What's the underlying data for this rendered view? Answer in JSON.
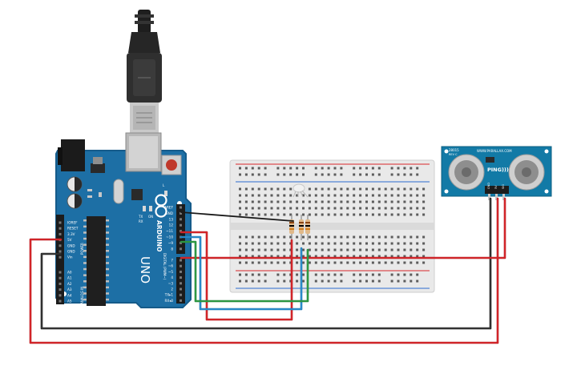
{
  "arduino": {
    "logo": "ARDUINO",
    "model": "UNO",
    "left_header_labels": [
      "IOREF",
      "RESET",
      "3.3V",
      "5V",
      "GND",
      "GND",
      "Vin"
    ],
    "power_label": "POWER",
    "analog_labels": [
      "A0",
      "A1",
      "A2",
      "A3",
      "A4",
      "A5"
    ],
    "analog_in_label": "ANALOG IN",
    "top_header_labels": [
      "AREF",
      "GND",
      "13",
      "12",
      "~11",
      "~10",
      "~9",
      "8"
    ],
    "bottom_header_labels": [
      "7",
      "~6",
      "~5",
      "4",
      "~3",
      "2",
      "TX▸1",
      "RX◂0"
    ],
    "digital_label": "DIGITAL (PWM~)",
    "tx_label": "TX",
    "rx_label": "RX",
    "l_label": "L",
    "on_label": "ON"
  },
  "sensor": {
    "brand": "WWW.PARALLAX.COM",
    "model": "PING)))",
    "code": "28015",
    "rev": "REV C",
    "pins": [
      "GND",
      "5V",
      "SIG"
    ]
  },
  "colors": {
    "board": "#1d6fa5",
    "board_edge": "#155b8a",
    "red_wire": "#d9262b",
    "green_wire": "#2f9e44",
    "blue_wire": "#2a8fd0",
    "black_wire": "#2b2b2b",
    "sensor_board": "#127aa6"
  }
}
